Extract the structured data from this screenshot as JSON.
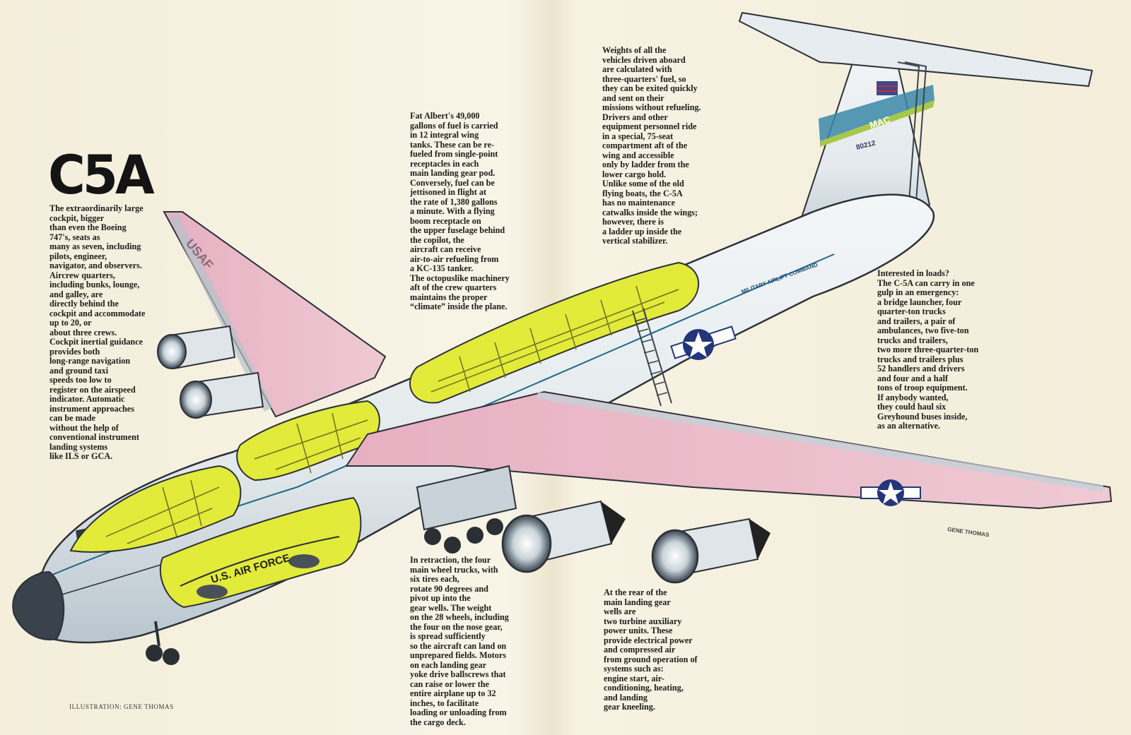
{
  "title": "C5A",
  "intro": "The extraordinarily large\ncockpit, bigger\nthan even the Boeing\n747's, seats as\nmany as seven, including\npilots, engineer,\nnavigator, and observers.\nAircrew quarters,\nincluding bunks, lounge,\nand galley, are\ndirectly behind the\ncockpit and accommodate\nup to 20, or\nabout three crews.\nCockpit inertial guidance\nprovides both\nlong-range navigation\nand ground taxi\nspeeds too low to\nregister on the airspeed\nindicator. Automatic\ninstrument approaches\ncan be made\nwithout the help of\nconventional instrument\nlanding systems\nlike ILS or GCA.",
  "fuel": "Fat Albert's 49,000\ngallons of fuel is carried\nin 12 integral wing\ntanks. These can be re-\nfueled from single-point\nreceptacles in each\nmain landing gear pod.\nConversely, fuel can be\njettisoned in flight at\nthe rate of 1,380 gallons\na minute. With a flying\nboom receptacle on\nthe upper fuselage behind\nthe copilot, the\naircraft can receive\nair-to-air refueling from\na KC-135 tanker.\nThe octopuslike machinery\naft of the crew quarters\nmaintains the proper\n“climate” inside the plane.",
  "weights": "Weights of all the\nvehicles driven aboard\nare calculated with\nthree-quarters' fuel, so\nthey can be exited quickly\nand sent on their\nmissions without refueling.\nDrivers and other\nequipment personnel ride\nin a special, 75-seat\ncompartment aft of the\nwing and accessible\nonly by ladder from the\nlower cargo hold.\nUnlike some of the old\nflying boats, the C-5A\nhas no maintenance\ncatwalks inside the wings;\nhowever, there is\na ladder up inside the\nvertical stabilizer.",
  "loads": "Interested in loads?\nThe C-5A can carry in one\ngulp in an emergency:\na bridge launcher, four\nquarter-ton trucks\nand trailers, a pair of\nambulances, two five-ton\ntrucks and trailers,\ntwo more three-quarter-ton\ntrucks and trailers plus\n52 handlers and drivers\nand four and a half\ntons of troop equipment.\nIf anybody wanted,\nthey could haul six\nGreyhound buses inside,\nas an alternative.",
  "retraction": "In retraction, the four\nmain wheel trucks, with\nsix tires each,\nrotate 90 degrees and\npivot up into the\ngear wells. The weight\non the 28 wheels, including\nthe four on the nose gear,\nis spread sufficiently\nso the aircraft can land on\nunprepared fields. Motors\non each landing gear\nyoke drive ballscrews that\ncan raise or lower the\nentire airplane up to 32\ninches, to facilitate\nloading or unloading from\nthe cargo deck.",
  "apu": "At the rear of the\nmain landing gear\nwells are\ntwo turbine auxiliary\npower units. These\nprovide electrical power\nand compressed air\nfrom ground operation of\nsystems such as:\nengine start, air-\nconditioning, heating,\nand landing\ngear kneeling.",
  "credit": "ILLUSTRATION: GENE THOMAS",
  "aircraft_markings": {
    "fuselage_side": "U.S. AIR FORCE",
    "fuselage_band": "MILITARY AIRLIFT COMMAND",
    "wing": "USAF",
    "tail_band": "MAC",
    "tail_number": "80212",
    "signature": "GENE THOMAS"
  },
  "colors": {
    "paper": "#f6f1df",
    "fuselage": "#e9eef1",
    "outline": "#2b3138",
    "wing_pink": "#e8b6c6",
    "cutaway_yellow": "#e2ea3a",
    "tail_band_blue": "#3a88a8",
    "tail_band_green": "#a8c84a",
    "roundel_blue": "#22367a",
    "roundel_red": "#c8283a"
  }
}
